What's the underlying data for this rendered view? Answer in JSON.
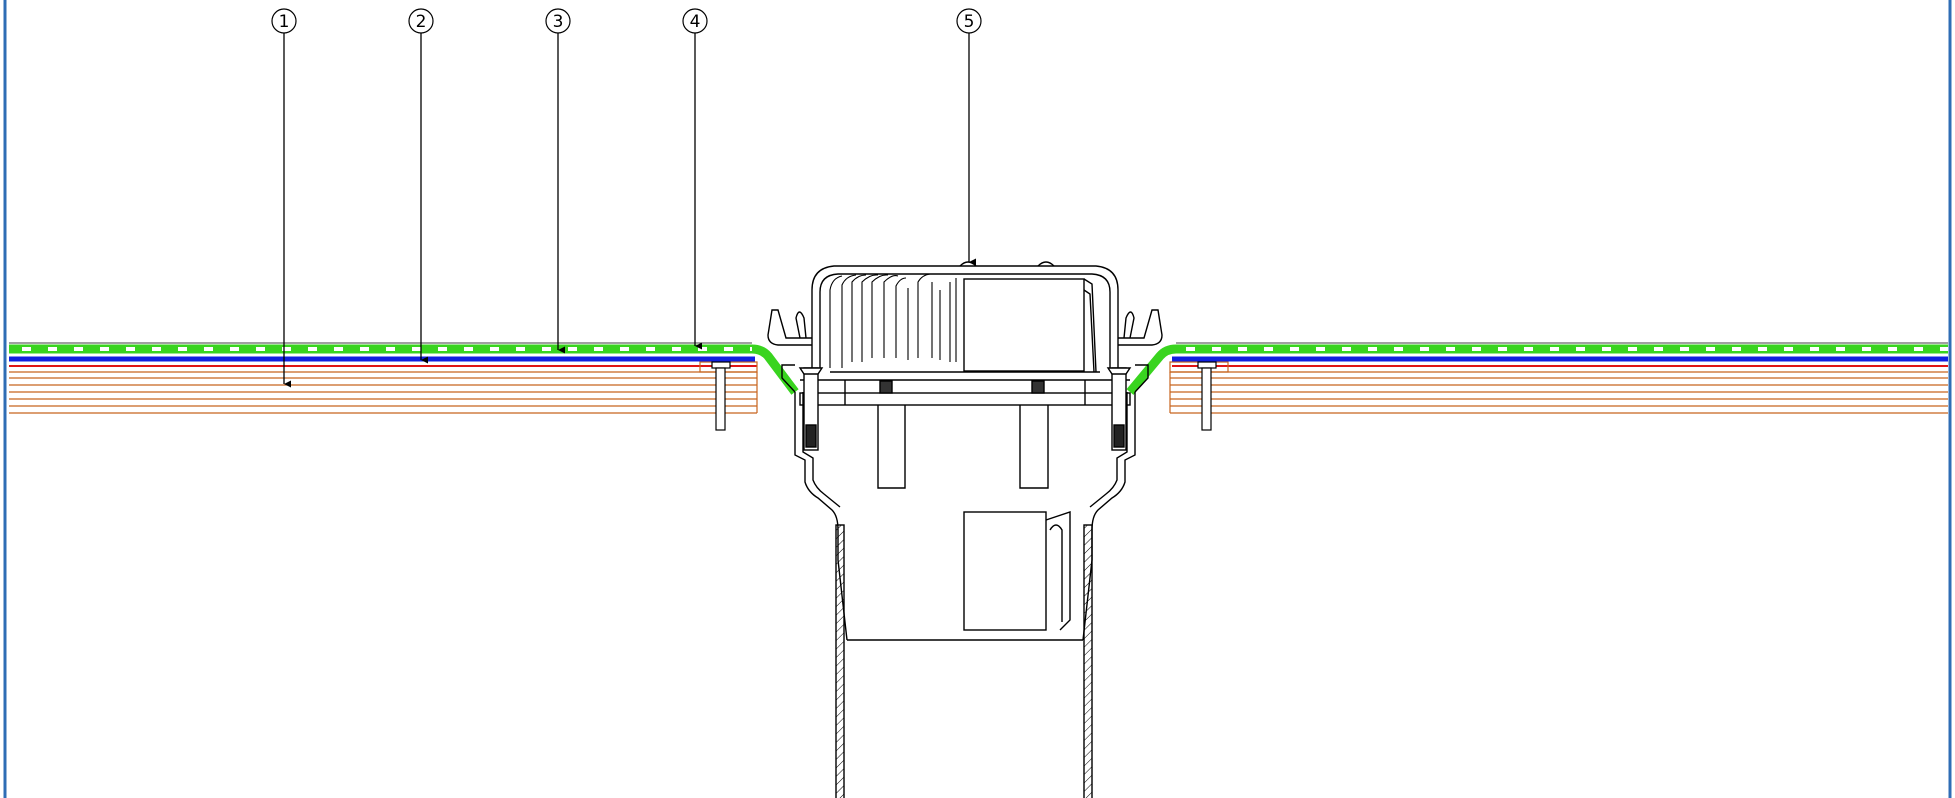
{
  "colors": {
    "frame": "#2f6db5",
    "ink": "#000000",
    "membrane_top": "#39d41f",
    "membrane_mid": "#1020e0",
    "vapour_layer": "#e01515",
    "insulation": "#c8641e",
    "background": "#ffffff"
  },
  "callouts": [
    {
      "id": "1",
      "label": "1"
    },
    {
      "id": "2",
      "label": "2"
    },
    {
      "id": "3",
      "label": "3"
    },
    {
      "id": "4",
      "label": "4"
    },
    {
      "id": "5",
      "label": "5"
    }
  ]
}
